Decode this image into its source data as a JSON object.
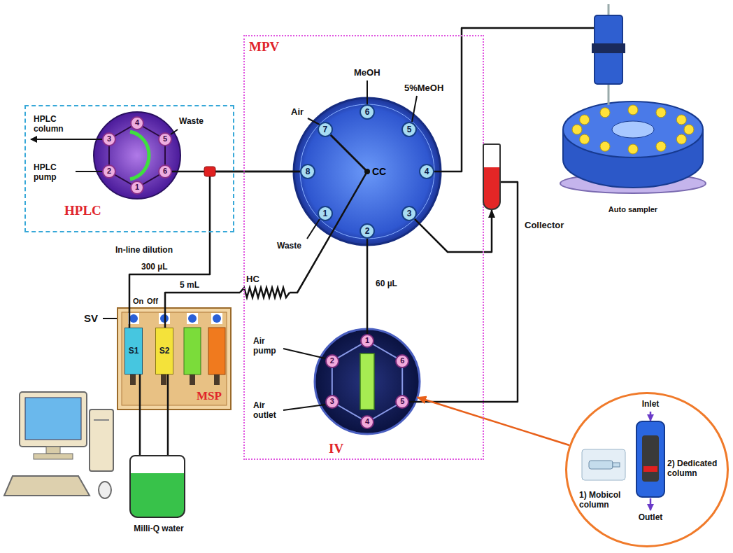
{
  "diagram": {
    "nodes": [
      {
        "text": [
          "HPLC"
        ]
      },
      {
        "text": [
          "1"
        ],
        "in": 0
      },
      {
        "text": [
          "2"
        ],
        "in": 0
      },
      {
        "text": [
          "3"
        ],
        "in": 0
      },
      {
        "text": [
          "4"
        ],
        "in": 0
      },
      {
        "text": [
          "5"
        ],
        "in": 0
      },
      {
        "text": [
          "6"
        ],
        "in": 0
      },
      {
        "text": [
          "MPV"
        ]
      },
      {
        "text": [
          "CC"
        ],
        "in": 7
      },
      {
        "text": [
          "1"
        ],
        "in": 8
      },
      {
        "text": [
          "2"
        ],
        "in": 8
      },
      {
        "text": [
          "3"
        ],
        "in": 8
      },
      {
        "text": [
          "4"
        ],
        "in": 8
      },
      {
        "text": [
          "5"
        ],
        "in": 8
      },
      {
        "text": [
          "6"
        ],
        "in": 8
      },
      {
        "text": [
          "7"
        ],
        "in": 8
      },
      {
        "text": [
          "8"
        ],
        "in": 8
      },
      {
        "text": [
          "IV"
        ],
        "in": 7
      },
      {
        "text": [
          "1"
        ],
        "in": 17
      },
      {
        "text": [
          "2"
        ],
        "in": 17
      },
      {
        "text": [
          "3"
        ],
        "in": 17
      },
      {
        "text": [
          "4"
        ],
        "in": 17
      },
      {
        "text": [
          "5"
        ],
        "in": 17
      },
      {
        "text": [
          "6"
        ],
        "in": 17
      },
      {
        "text": [
          "MSP"
        ]
      },
      {
        "text": [
          "S1"
        ],
        "in": 24
      },
      {
        "text": [
          "S2"
        ],
        "in": 24
      },
      {
        "text": [
          "Milli-Q water"
        ]
      },
      {
        "text": [
          "Auto sampler"
        ]
      },
      {
        "text": [
          "Collector"
        ]
      },
      {
        "text": [
          "Inlet",
          "1) Mobicol column",
          "2) Dedicated column",
          "Outlet"
        ]
      }
    ],
    "edges": [
      {
        "from": 6,
        "to": 16,
        "arrow": "none"
      },
      {
        "from": 25,
        "to": 16,
        "label": "300 µL",
        "arrow": "none"
      },
      {
        "from": 26,
        "to": 8,
        "label": "5 mL",
        "arrow": "none"
      },
      {
        "from": 12,
        "to": 28,
        "arrow": "none"
      },
      {
        "from": 11,
        "to": 29,
        "arrow": "to"
      },
      {
        "from": 10,
        "to": 18,
        "label": "60 µL",
        "arrow": "none"
      },
      {
        "from": 22,
        "to": 29,
        "arrow": "none"
      },
      {
        "from": 27,
        "to": 25,
        "arrow": "none"
      },
      {
        "from": 27,
        "to": 26,
        "arrow": "none"
      },
      {
        "from": 30,
        "to": 17,
        "arrow": "to"
      }
    ],
    "labels": [
      "HPLC column",
      "HPLC pump",
      "Waste",
      "Air",
      "MeOH",
      "5%MeOH",
      "Waste",
      "In-line dilution",
      "HC",
      "Air pump",
      "Air outlet",
      "SV",
      "On",
      "Off"
    ]
  }
}
